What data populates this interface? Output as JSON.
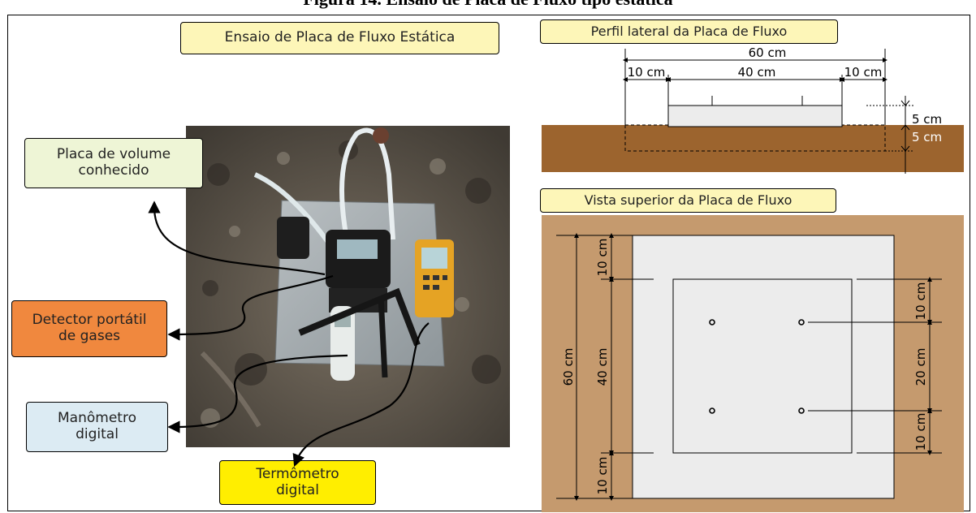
{
  "figure_title": "Figura 14. Ensaio de Placa de Fluxo tipo estática",
  "main_title": "Ensaio de Placa de Fluxo Estática",
  "labels": {
    "plate_line1": "Placa de volume",
    "plate_line2": "conhecido",
    "detector_line1": "Detector portátil",
    "detector_line2": "de gases",
    "manometer_line1": "Manômetro",
    "manometer_line2": "digital",
    "thermo_line1": "Termômetro",
    "thermo_line2": "digital"
  },
  "side_profile": {
    "title": "Perfil lateral da Placa de Fluxo",
    "dim_total": "60 cm",
    "dim_left": "10 cm",
    "dim_center": "40 cm",
    "dim_right": "10 cm",
    "dim_height_top": "5 cm",
    "dim_height_bottom": "5 cm"
  },
  "top_view": {
    "title": "Vista superior da Placa de Fluxo",
    "dim_total": "60 cm",
    "dim_top": "10 cm",
    "dim_center": "40 cm",
    "dim_bottom": "10 cm",
    "dim_r_top": "10 cm",
    "dim_r_mid": "20 cm",
    "dim_r_bottom": "10 cm"
  },
  "colors": {
    "label_yellow": "#fdf6b8",
    "label_green": "#eef5d6",
    "label_orange": "#f0883e",
    "label_blue": "#dcebf3",
    "label_bright_yellow": "#ffee00",
    "soil_brown": "#9c642e",
    "tan_background": "#c59a6e",
    "plate_light": "#ececec"
  }
}
